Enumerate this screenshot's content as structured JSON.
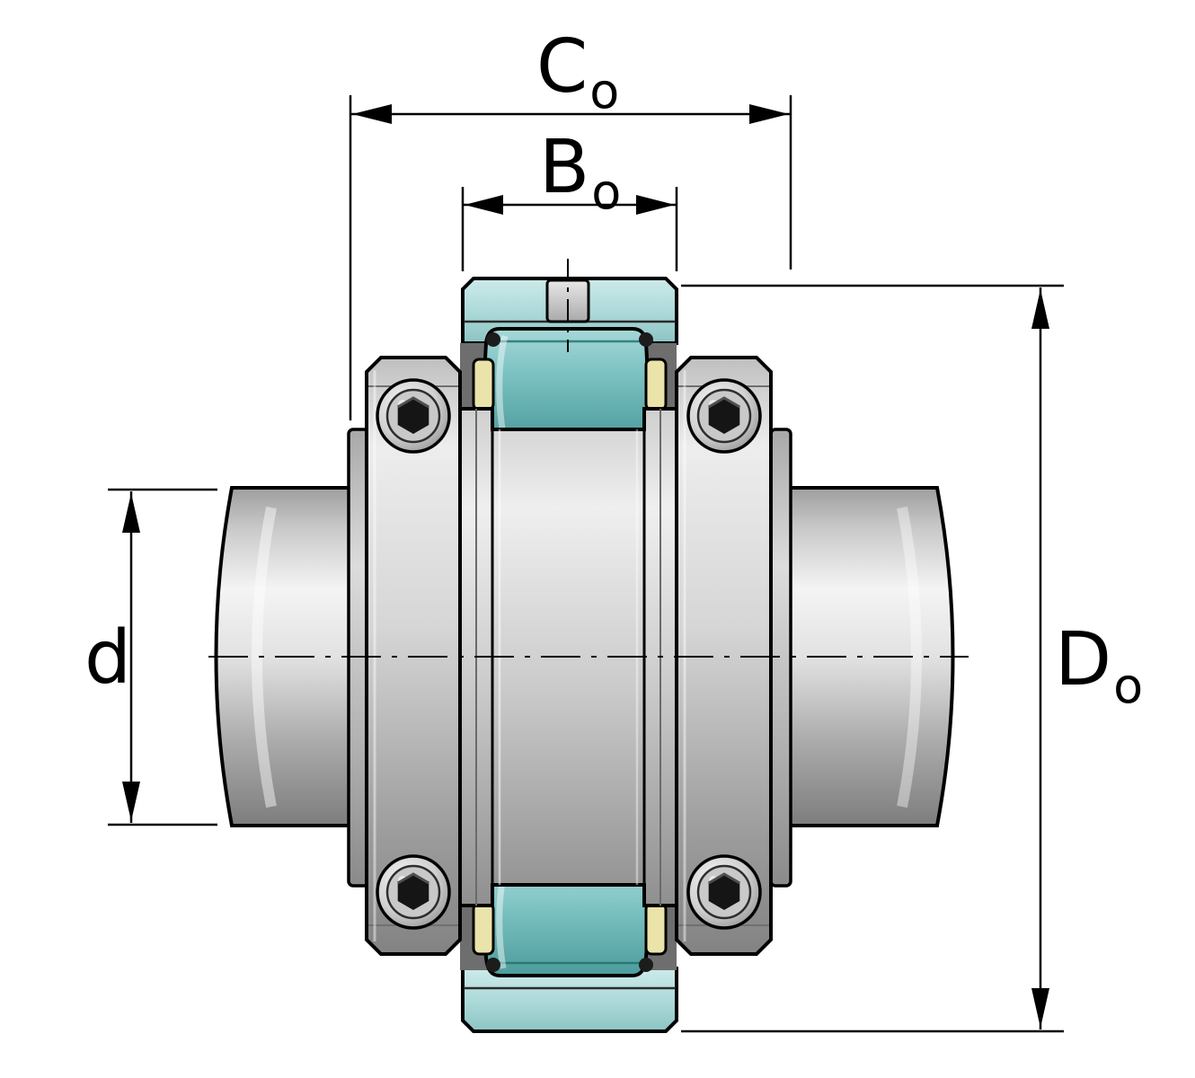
{
  "labels": {
    "outer_width": {
      "main": "C",
      "sub": "o"
    },
    "inner_width": {
      "main": "B",
      "sub": "o"
    },
    "shaft_diameter": {
      "main": "d",
      "sub": ""
    },
    "outer_diameter": {
      "main": "D",
      "sub": "o"
    }
  },
  "colors": {
    "background": "#ffffff",
    "outline": "#000000",
    "teal_cap": "#aedada",
    "teal_roller": "#6fbcbc",
    "cage_yellow": "#eae3aa",
    "metal_light": "#f2f2f2",
    "metal_dark": "#7d7d7d",
    "shadow_grey": "#6e6e6e"
  }
}
